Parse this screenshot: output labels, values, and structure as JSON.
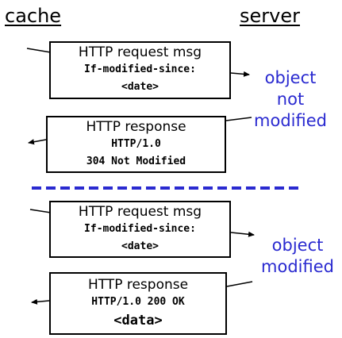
{
  "lanes": {
    "cache": "cache",
    "server": "server"
  },
  "scenario_not_modified": {
    "request": {
      "title": "HTTP request msg",
      "line1": "If-modified-since:",
      "line2": "<date>"
    },
    "outcome": {
      "line1": "object",
      "line2": "not",
      "line3": "modified"
    },
    "response": {
      "title": "HTTP response",
      "line1": "HTTP/1.0",
      "line2": "304 Not Modified"
    }
  },
  "scenario_modified": {
    "request": {
      "title": "HTTP request msg",
      "line1": "If-modified-since:",
      "line2": "<date>"
    },
    "outcome": {
      "line1": "object",
      "line2": "modified"
    },
    "response": {
      "title": "HTTP response",
      "line1": "HTTP/1.0 200 OK",
      "line2": "<data>"
    }
  },
  "colors": {
    "divider": "#2a2ad0",
    "outcome_text": "#2a2ad0",
    "box_border": "#000000"
  }
}
